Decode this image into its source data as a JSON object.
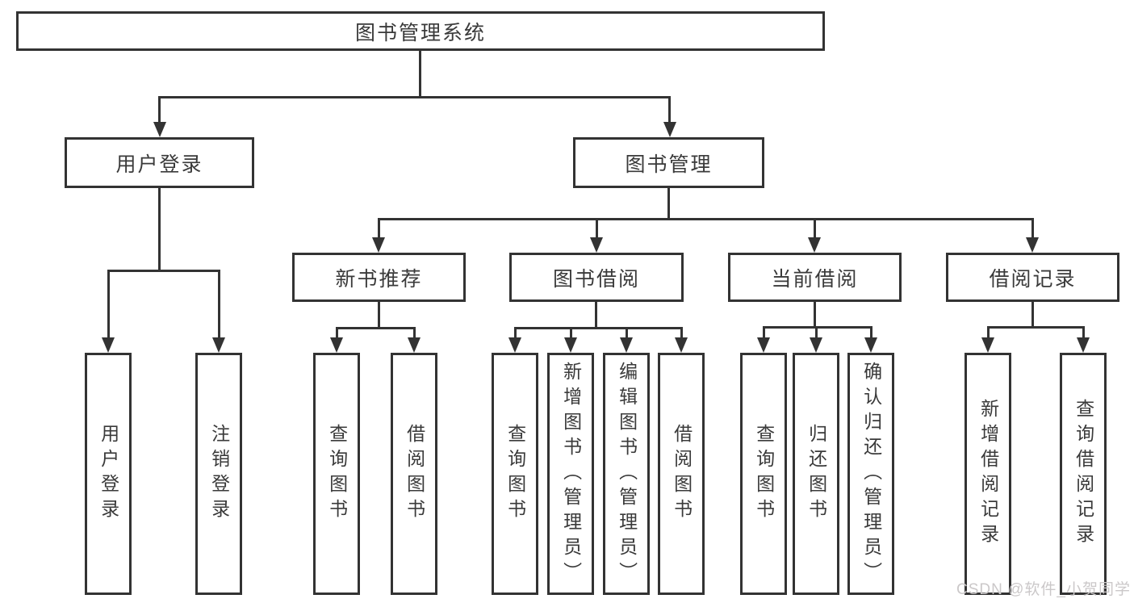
{
  "diagram": {
    "type": "hierarchy-tree",
    "root": {
      "label": "图书管理系统",
      "children": [
        {
          "label": "用户登录",
          "children": [
            {
              "label": "用户登录"
            },
            {
              "label": "注销登录"
            }
          ]
        },
        {
          "label": "图书管理",
          "children": [
            {
              "label": "新书推荐",
              "children": [
                {
                  "label": "查询图书"
                },
                {
                  "label": "借阅图书"
                }
              ]
            },
            {
              "label": "图书借阅",
              "children": [
                {
                  "label": "查询图书"
                },
                {
                  "label": "新增图书（管理员）"
                },
                {
                  "label": "编辑图书（管理员）"
                },
                {
                  "label": "借阅图书"
                }
              ]
            },
            {
              "label": "当前借阅",
              "children": [
                {
                  "label": "查询图书"
                },
                {
                  "label": "归还图书"
                },
                {
                  "label": "确认归还（管理员）"
                }
              ]
            },
            {
              "label": "借阅记录",
              "children": [
                {
                  "label": "新增借阅记录"
                },
                {
                  "label": "查询借阅记录"
                }
              ]
            }
          ]
        }
      ]
    },
    "colors": {
      "line": "#333333",
      "box_border": "#333333",
      "background": "#ffffff",
      "watermark_text": "#cbc8c9"
    }
  },
  "watermark": "CSDN @软件_小贺同学"
}
